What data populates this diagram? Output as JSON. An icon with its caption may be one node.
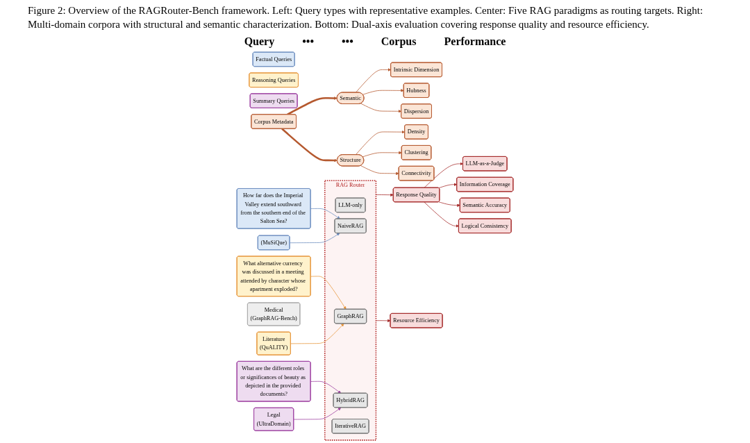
{
  "diagram": {
    "caption": "Figure 2: Overview of the RAGRouter-Bench framework. Left: Query types with representative examples. Center: Five RAG paradigms as routing targets. Right: Multi-domain corpora with structural and semantic characterization. Bottom: Dual-axis evaluation covering response quality and resource efficiency.",
    "nodes": [
      {
        "text": [
          "Factual Queries"
        ]
      },
      {
        "text": [
          "Reasoning Queries"
        ]
      },
      {
        "text": [
          "Summary Queries"
        ]
      },
      {
        "text": [
          "How far does the Imperial Valley extend southward from the southern end of the Salton Sea?"
        ]
      },
      {
        "text": [
          "What alternative currency was discussed in a meeting attended by character whose apartment exploded?"
        ]
      },
      {
        "text": [
          "What are the different roles or significances of beauty as depicted in the provided documents?"
        ]
      },
      {
        "text": [
          "RAG Router"
        ]
      },
      {
        "text": [
          "LLM-only"
        ],
        "in": 6
      },
      {
        "text": [
          "NaiveRAG"
        ],
        "in": 6
      },
      {
        "text": [
          "GraphRAG"
        ],
        "in": 6
      },
      {
        "text": [
          "HybridRAG"
        ],
        "in": 6
      },
      {
        "text": [
          "IterativeRAG"
        ],
        "in": 6
      },
      {
        "text": [
          "(MuSiQue)"
        ]
      },
      {
        "text": [
          "Medical",
          "(GraphRAG-Bench)"
        ]
      },
      {
        "text": [
          "Literature",
          "(QuALITY)"
        ]
      },
      {
        "text": [
          "Legal",
          "(UltraDomain)"
        ]
      },
      {
        "text": [
          "Intrinsic Dimension"
        ]
      },
      {
        "text": [
          "Hubness"
        ]
      },
      {
        "text": [
          "Dispersion"
        ]
      },
      {
        "text": [
          "Semantic"
        ]
      },
      {
        "text": [
          "Corpus Metadata"
        ]
      },
      {
        "text": [
          "Structure"
        ]
      },
      {
        "text": [
          "Density"
        ]
      },
      {
        "text": [
          "Clustering"
        ]
      },
      {
        "text": [
          "Connectivity"
        ]
      },
      {
        "text": [
          "LLM-as-a-Judge"
        ]
      },
      {
        "text": [
          "Response Quality"
        ]
      },
      {
        "text": [
          "Information Coverage"
        ]
      },
      {
        "text": [
          "Semantic Accuracy"
        ]
      },
      {
        "text": [
          "Logical Consistency"
        ]
      },
      {
        "text": [
          "Resource Efficiency"
        ]
      }
    ],
    "edges": [
      {
        "from": 3,
        "to": 8,
        "arrow": "to",
        "color": "#6c8ebf"
      },
      {
        "from": 4,
        "to": 9,
        "arrow": "to",
        "color": "#e6953a"
      },
      {
        "from": 5,
        "to": 10,
        "arrow": "to",
        "color": "#9c3fa0"
      },
      {
        "from": 12,
        "to": 8,
        "arrow": "to",
        "color": "#6c8ebf"
      },
      {
        "from": 14,
        "to": 9,
        "arrow": "to",
        "color": "#e6953a"
      },
      {
        "from": 15,
        "to": 10,
        "arrow": "to",
        "color": "#9c3fa0"
      },
      {
        "from": 19,
        "to": 16,
        "arrow": "to",
        "color": "#b5592f"
      },
      {
        "from": 19,
        "to": 17,
        "arrow": "to",
        "color": "#b5592f"
      },
      {
        "from": 19,
        "to": 18,
        "arrow": "to",
        "color": "#b5592f"
      },
      {
        "from": 20,
        "to": 19,
        "arrow": "to",
        "style": "thick",
        "color": "#b5592f"
      },
      {
        "from": 20,
        "to": 21,
        "arrow": "to",
        "style": "thick",
        "color": "#b5592f"
      },
      {
        "from": 21,
        "to": 22,
        "arrow": "to",
        "color": "#b5592f"
      },
      {
        "from": 21,
        "to": 23,
        "arrow": "to",
        "color": "#b5592f"
      },
      {
        "from": 21,
        "to": 24,
        "arrow": "to",
        "color": "#b5592f"
      },
      {
        "from": 6,
        "to": 26,
        "arrow": "to",
        "color": "#a52a2a"
      },
      {
        "from": 6,
        "to": 30,
        "arrow": "to",
        "color": "#a52a2a"
      },
      {
        "from": 26,
        "to": 25,
        "arrow": "to",
        "color": "#a52a2a"
      },
      {
        "from": 26,
        "to": 27,
        "arrow": "to",
        "color": "#a52a2a"
      },
      {
        "from": 26,
        "to": 28,
        "arrow": "to",
        "color": "#a52a2a"
      },
      {
        "from": 26,
        "to": 29,
        "arrow": "to",
        "color": "#a52a2a"
      }
    ],
    "labels": [
      "Query",
      "•••",
      "•••",
      "Corpus",
      "Performance"
    ]
  }
}
